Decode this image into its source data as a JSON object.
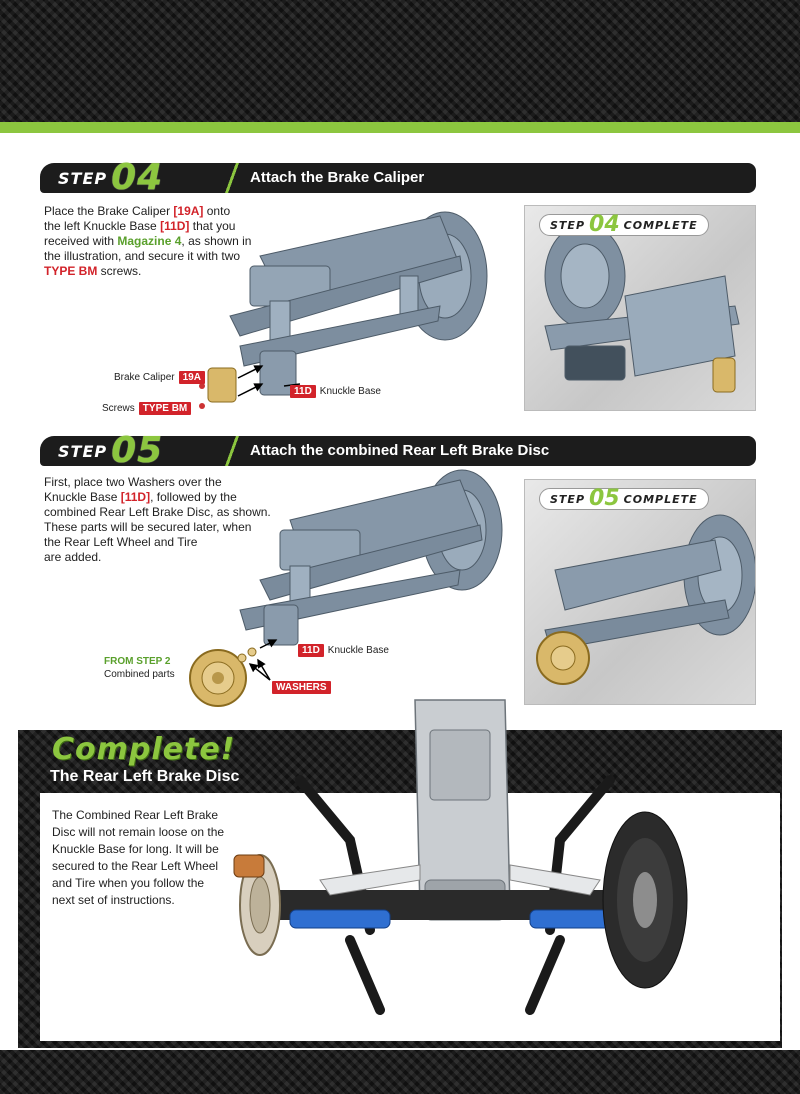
{
  "step4": {
    "step_word": "STEP",
    "step_num": "04",
    "title": "Attach the Brake Caliper",
    "text": {
      "t1": "Place the Brake Caliper ",
      "r1": "[19A]",
      "t2": " onto",
      "t3": "the left Knuckle Base ",
      "r2": "[11D]",
      "t4": " that you",
      "t5": "received with ",
      "g1": "Magazine 4",
      "t6": ", as shown in",
      "t7": "the illustration, and secure it with two",
      "r3": "TYPE BM",
      "t8": " screws."
    },
    "labels": {
      "caliper_label": "Brake Caliper",
      "caliper_tag": "19A",
      "screws_label": "Screws",
      "screws_tag": "TYPE BM",
      "knuckle_tag": "11D",
      "knuckle_label": "Knuckle Base"
    },
    "complete_badge": {
      "word": "STEP",
      "num": "04",
      "suffix": "COMPLETE"
    }
  },
  "step5": {
    "step_word": "STEP",
    "step_num": "05",
    "title": "Attach the combined Rear Left Brake Disc",
    "text": {
      "t1": "First, place two Washers over the",
      "t2": "Knuckle Base ",
      "r1": "[11D]",
      "t3": ", followed by the",
      "t4": "combined Rear Left Brake Disc, as shown.",
      "t5": "These parts will be secured later, when",
      "t6": "the Rear Left Wheel and Tire",
      "t7": "are added."
    },
    "labels": {
      "knuckle_tag": "11D",
      "knuckle_label": "Knuckle Base",
      "from_step": "FROM STEP 2",
      "combined": "Combined parts",
      "washers_tag": "WASHERS"
    },
    "complete_badge": {
      "word": "STEP",
      "num": "05",
      "suffix": "COMPLETE"
    }
  },
  "complete": {
    "title": "Complete!",
    "subtitle": "The Rear Left Brake Disc",
    "lines": [
      "The Combined Rear Left Brake",
      "Disc will not remain loose on the",
      "Knuckle Base for long. It will be",
      "secured to the Rear Left Wheel",
      "and Tire when you follow the",
      "next set of instructions."
    ]
  },
  "colors": {
    "accent_green": "#8cc63f",
    "tag_red": "#d2232a",
    "part_gray": "#7d8e9e",
    "part_gold": "#d9b86a",
    "shock_blue": "#2f6fd1"
  }
}
